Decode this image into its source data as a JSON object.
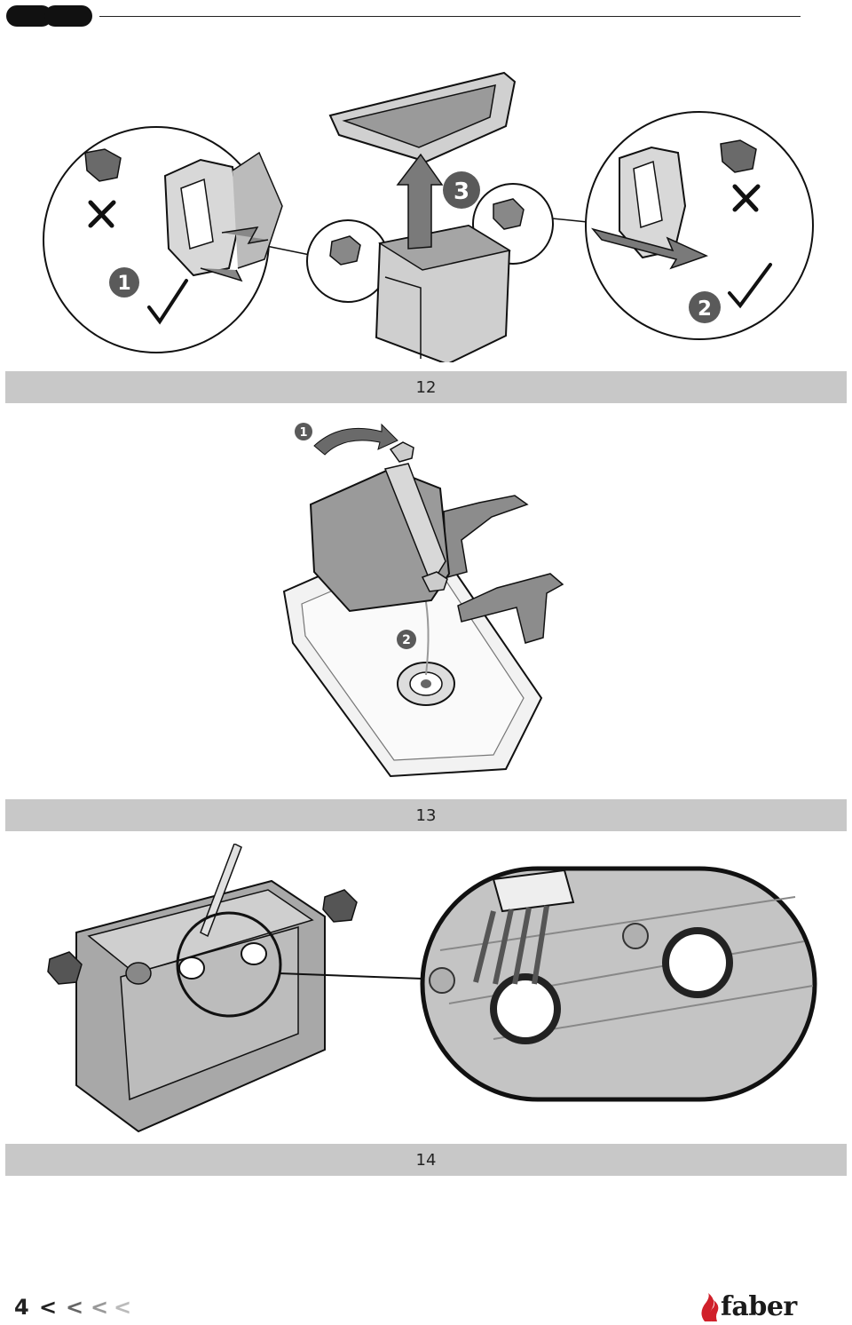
{
  "header": {
    "language_markers": [
      "",
      ""
    ]
  },
  "figures": [
    {
      "caption": "12",
      "step_labels": [
        "1",
        "2",
        "3"
      ],
      "marks": [
        "correct",
        "wrong",
        "correct",
        "wrong"
      ]
    },
    {
      "caption": "13",
      "step_labels": [
        "1",
        "2"
      ]
    },
    {
      "caption": "14"
    }
  ],
  "footer": {
    "page_number": "4",
    "nav_arrows": [
      "<",
      "<",
      "<",
      "<"
    ],
    "brand": "faber"
  },
  "colors": {
    "caption_bar": "#c8c8c8",
    "panel_background": "#eeeeee",
    "brand_flame": "#d0202a"
  }
}
